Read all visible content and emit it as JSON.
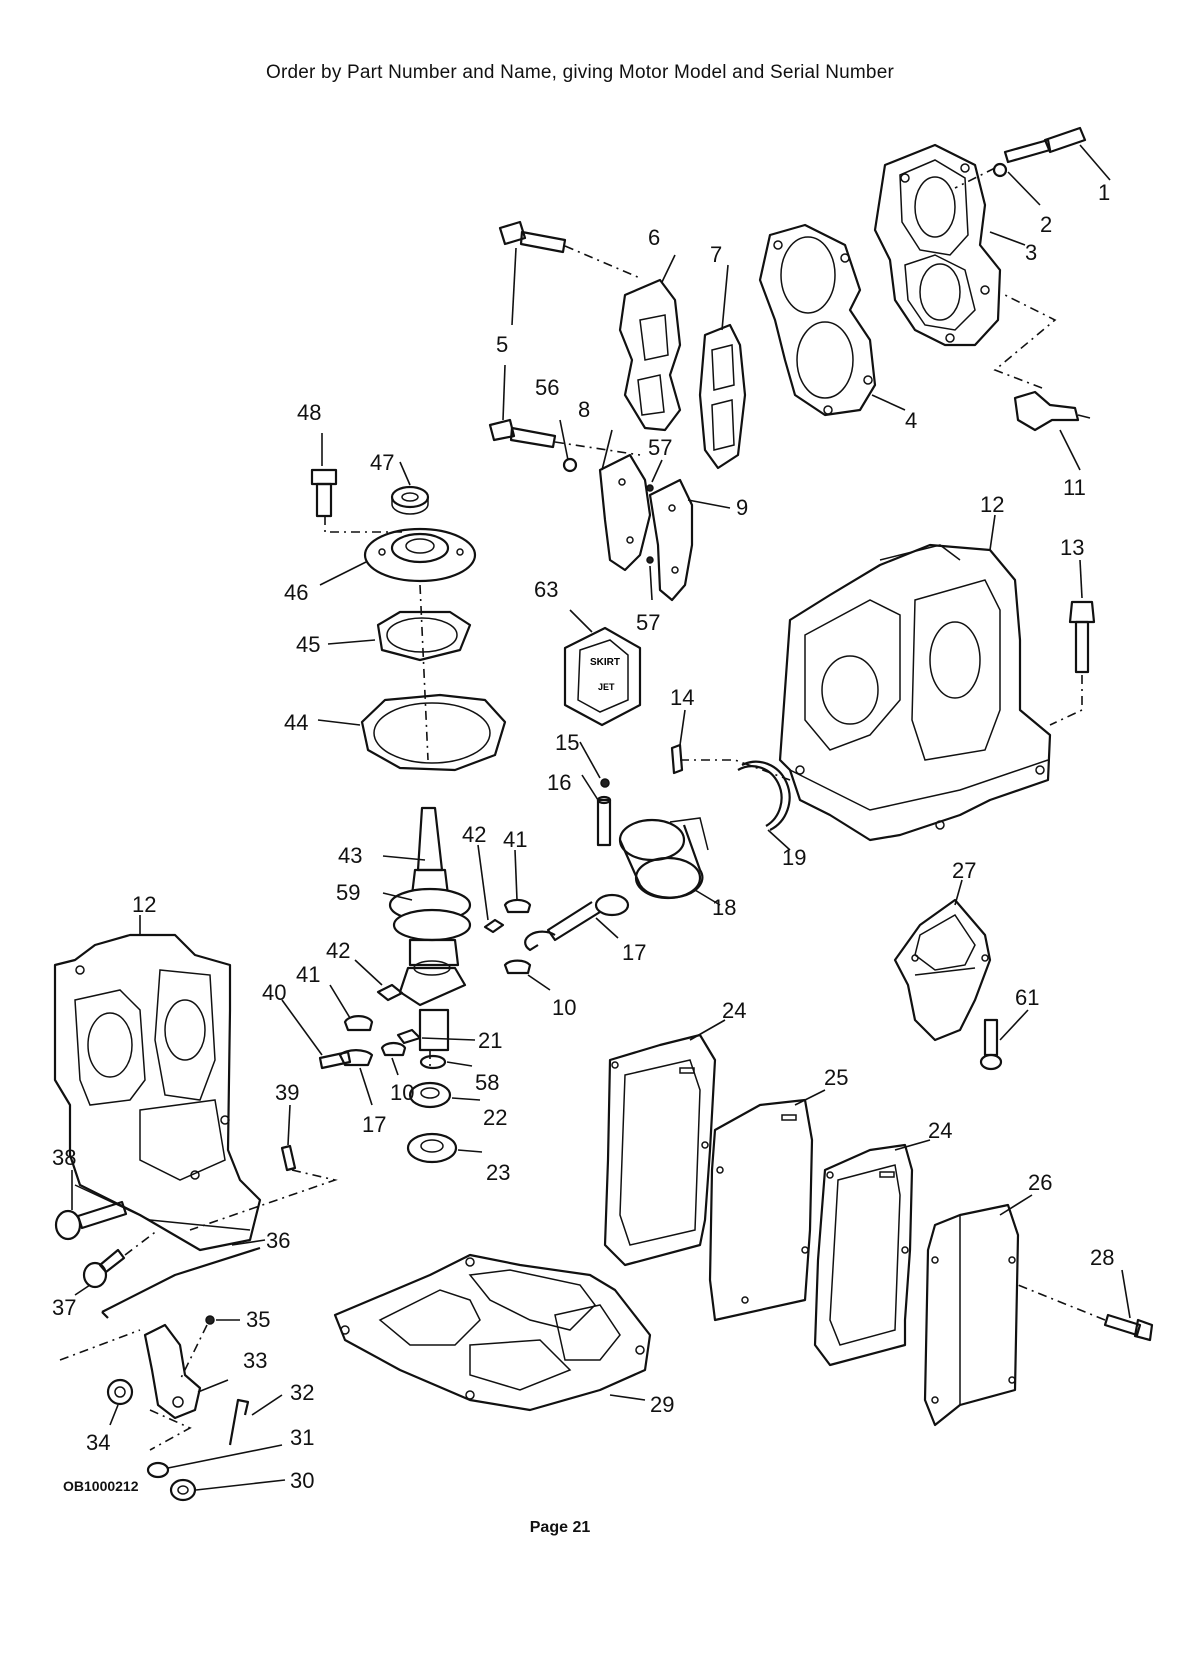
{
  "header": "Order by Part Number and Name, giving Motor Model and Serial Number",
  "footer": {
    "code": "OB1000212",
    "page": "Page 21"
  },
  "labels": [
    "1",
    "2",
    "3",
    "4",
    "5",
    "6",
    "7",
    "8",
    "9",
    "57",
    "57",
    "56",
    "11",
    "12",
    "13",
    "48",
    "47",
    "46",
    "45",
    "44",
    "63",
    "14",
    "15",
    "16",
    "19",
    "18",
    "43",
    "59",
    "42",
    "41",
    "17",
    "10",
    "12",
    "27",
    "61",
    "42",
    "41",
    "21",
    "40",
    "10",
    "17",
    "58",
    "22",
    "23",
    "39",
    "24",
    "25",
    "24",
    "26",
    "28",
    "38",
    "37",
    "36",
    "35",
    "33",
    "34",
    "32",
    "31",
    "29",
    "30"
  ]
}
